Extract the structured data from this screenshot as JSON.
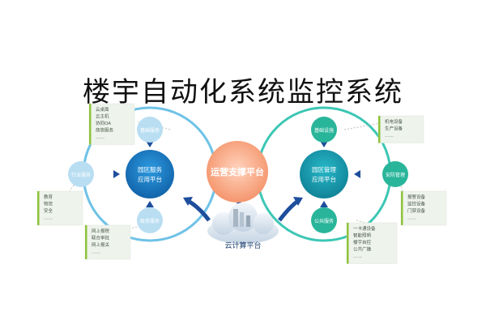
{
  "title": "楼宇自动化系统监控系统",
  "center_node": "运营支撑平台",
  "cloud_label": "云计算平台",
  "left": {
    "hub": "园区服务应用平台",
    "nodes": [
      "基础服务",
      "行业服务",
      "政务服务"
    ],
    "cards": [
      [
        "云桌面",
        "云主机",
        "协同OA",
        "商旅服务",
        "……"
      ],
      [
        "教育",
        "物流",
        "安全",
        "……"
      ],
      [
        "网上报税",
        "联合审批",
        "网上报关",
        "……"
      ]
    ]
  },
  "right": {
    "hub": "园区管理应用平台",
    "nodes": [
      "基础设施",
      "安防管理",
      "公共服务"
    ],
    "cards": [
      [
        "机电设备",
        "生产设备",
        "……"
      ],
      [
        "报警设备",
        "监控设备",
        "门禁设备",
        "……"
      ],
      [
        "一卡通设备",
        "智能照明",
        "楼宇自控",
        "公共广播",
        "……"
      ]
    ]
  },
  "colors": {
    "left_ring": "#6ec2e6",
    "right_ring": "#3cc7b4",
    "left_hub": "#1b7fc4",
    "right_hub": "#1b9fb0",
    "left_node": "#b9def2",
    "right_node": "#29b59a",
    "center": "#f7a27c",
    "arrow": "#1e4e9c",
    "card_bg": "#eef3ec",
    "card_bar": "#8ec33a"
  }
}
